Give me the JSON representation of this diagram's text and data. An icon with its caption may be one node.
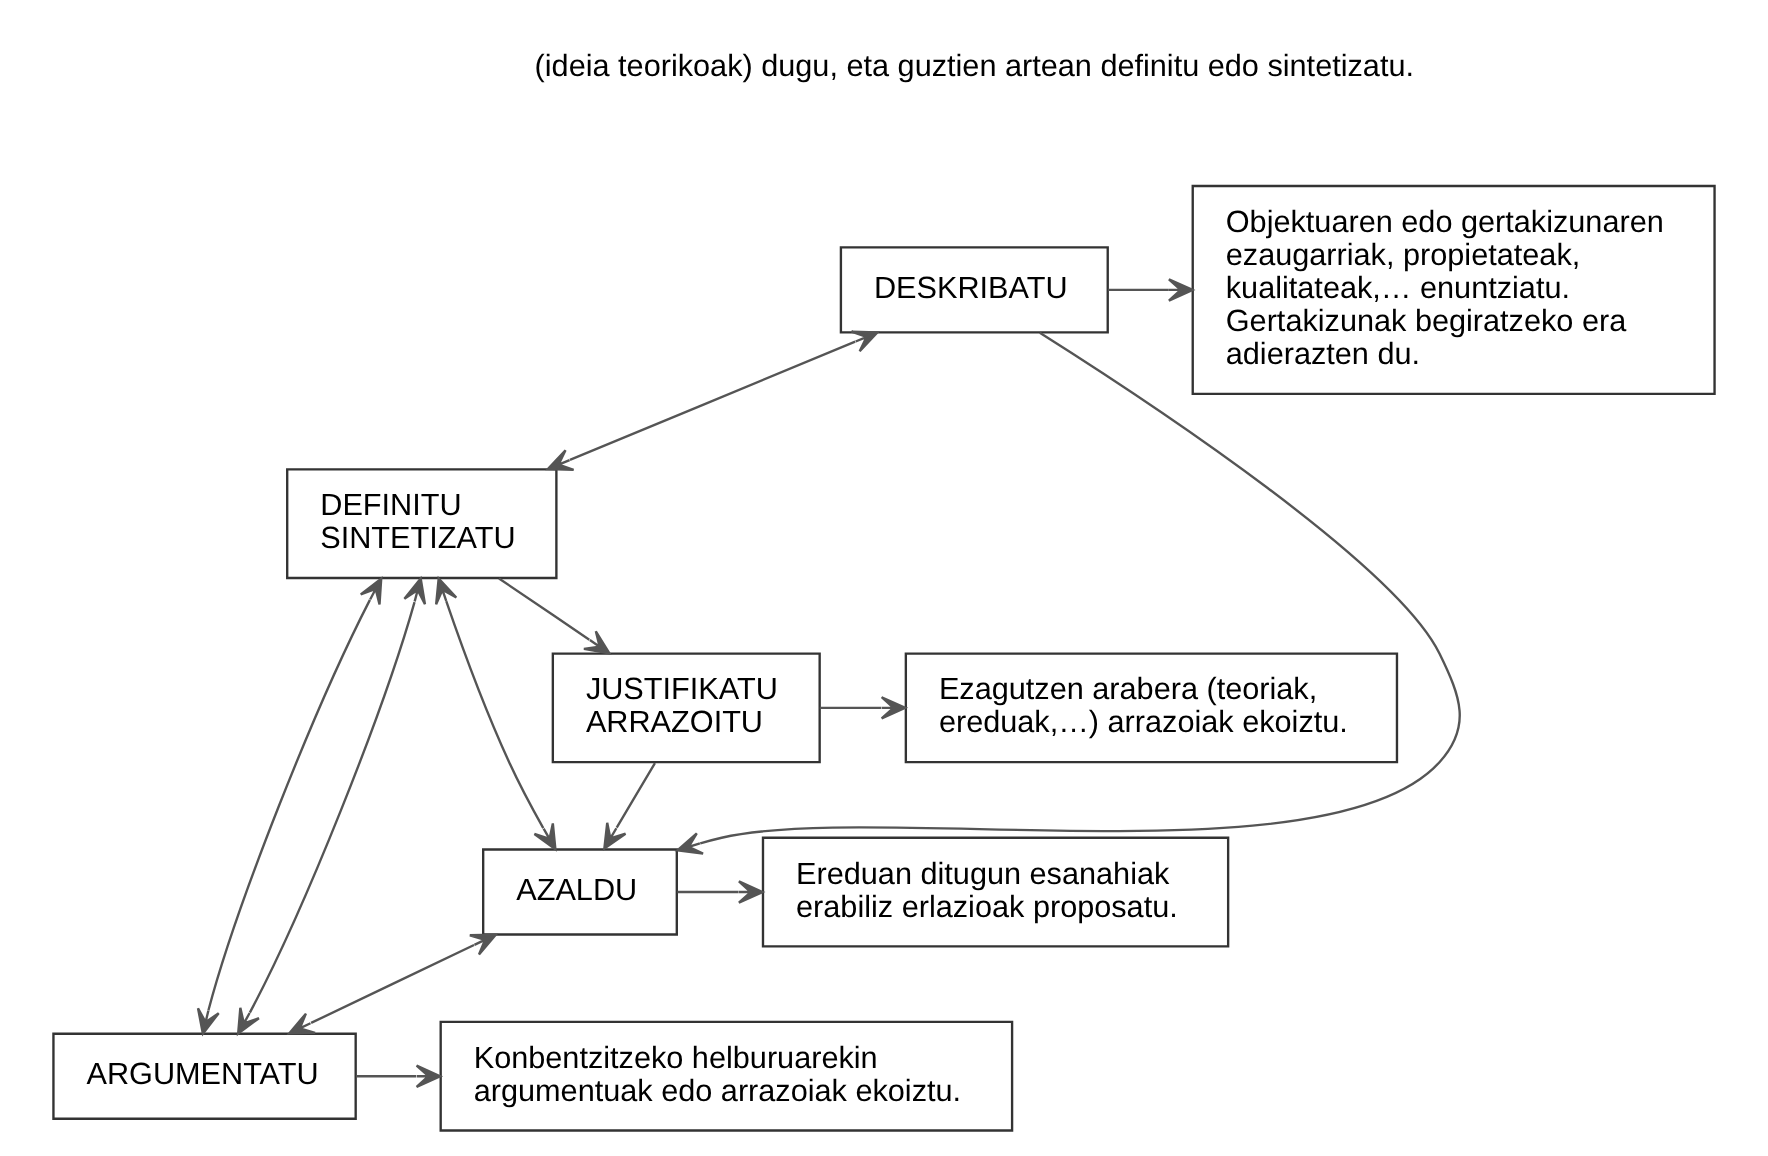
{
  "diagram": {
    "nodes": [
      {
        "text": [
          "DESKRIBATU"
        ]
      },
      {
        "text": [
          "Objektuaren edo gertakizunaren ezaugarriak, propietateak, kualitateak,… enuntziatu. Gertakizunak begiratzeko era adierazten du."
        ]
      },
      {
        "text": [
          "DEFINITU SINTETIZATU"
        ]
      },
      {
        "text": [
          "AZALDU"
        ]
      },
      {
        "text": [
          "Ereduan ditugun esanahiak erabiliz erlazioak proposatu."
        ]
      },
      {
        "text": [
          "JUSTIFIKATU ARRAZOITU"
        ]
      },
      {
        "text": [
          "Ezagutzen arabera (teoriak, ereduak,…) arrazoiak ekoiztu."
        ]
      },
      {
        "text": [
          "ARGUMENTATU"
        ]
      },
      {
        "text": [
          "Konbentzitzeko helburuarekin argumentuak edo arrazoiak ekoiztu."
        ]
      }
    ],
    "edges": [
      {
        "from": 0,
        "to": 1,
        "arrow": "to"
      },
      {
        "from": 0,
        "to": 2,
        "arrow": "both"
      },
      {
        "from": 2,
        "to": 3,
        "arrow": "both"
      },
      {
        "from": 0,
        "to": 3,
        "arrow": "to"
      },
      {
        "from": 3,
        "to": 4,
        "arrow": "to"
      },
      {
        "from": 5,
        "to": 3,
        "arrow": "to"
      },
      {
        "from": 5,
        "to": 6,
        "arrow": "to"
      },
      {
        "from": 2,
        "to": 7,
        "arrow": "both"
      },
      {
        "from": 2,
        "to": 7,
        "arrow": "both"
      },
      {
        "from": 2,
        "to": 5,
        "arrow": "to"
      },
      {
        "from": 3,
        "to": 7,
        "arrow": "both"
      },
      {
        "from": 7,
        "to": 8,
        "arrow": "to"
      }
    ],
    "labels": [
      "(ideia teorikoak) dugu, eta guztien artean definitu edo sintetizatu."
    ]
  }
}
